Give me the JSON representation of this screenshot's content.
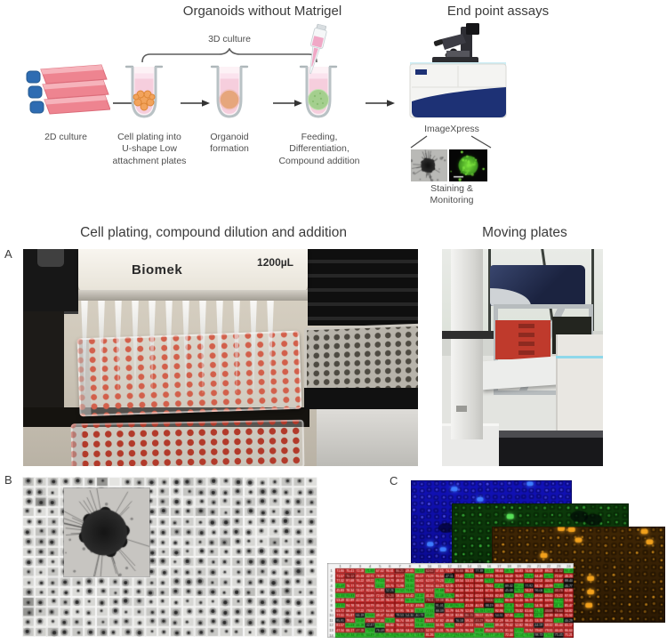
{
  "workflow": {
    "title": "Organoids without Matrigel",
    "bracket_label": "3D culture",
    "flask_label": "2D culture",
    "step1_label": "Cell plating into\nU-shape Low\nattachment plates",
    "step2_label": "Organoid\nformation",
    "step3_label": "Feeding,\nDifferentiation,\nCompound addition"
  },
  "endpoint": {
    "title": "End point assays",
    "instrument_label": "ImageXpress",
    "staining_label": "Staining &\nMonitoring",
    "thumb_bf": {
      "bg": "#b9b9b6",
      "body": "#141414",
      "spikes": 22,
      "seed": 5,
      "r": 8
    },
    "thumb_fl": {
      "bg": "#060606",
      "core": "#3f9e1f",
      "bright": "#7ce33e",
      "seed": 4,
      "r": 11
    }
  },
  "panel_a": {
    "label": "A",
    "title": "Cell plating, compound dilution and addition",
    "machine_brand": "Biomek",
    "tip_volume_label": "1200µL",
    "tip_count": 12
  },
  "moving_plates": {
    "title": "Moving plates"
  },
  "panel_b": {
    "label": "B",
    "grid": {
      "rows": 16,
      "cols": 24,
      "seed": 3,
      "dot": "#2b2b2b",
      "dark_cells": [
        [
          0,
          6
        ],
        [
          12,
          0
        ],
        [
          13,
          0
        ],
        [
          2,
          1
        ]
      ],
      "empty_cells": [
        [
          0,
          7
        ]
      ]
    },
    "inset": {
      "bg": "#c7c5c1",
      "body": "#161616",
      "spikes": 26,
      "seed": 9,
      "r": 26
    }
  },
  "panel_c": {
    "label": "C",
    "plates": [
      {
        "name": "blue-fluorescence-plate",
        "bg": "#1212b8",
        "bg2": "#0a0a92",
        "cell": "rgba(0,0,40,0.35)",
        "dot": "#5050f0",
        "rows": 13,
        "cols": 22,
        "seed": 21,
        "hl": "#3d7dff",
        "highlights": [
          [
            0.27,
            0.1
          ],
          [
            0.43,
            0.22
          ],
          [
            0.74,
            0.04
          ],
          [
            0.12,
            0.74
          ],
          [
            0.2,
            0.8
          ]
        ],
        "darks": [
          [
            0.6,
            0.44
          ],
          [
            0.22,
            0.55
          ],
          [
            0.47,
            0.66
          ]
        ]
      },
      {
        "name": "green-fluorescence-plate",
        "bg": "#0d3a0b",
        "bg2": "#092b07",
        "cell": "rgba(0,20,0,0.38)",
        "dot": "#3dbb3d",
        "rows": 14,
        "cols": 22,
        "seed": 33,
        "hl": "#58e058",
        "highlights": [
          [
            0.33,
            0.12
          ],
          [
            0.62,
            0.3
          ]
        ],
        "darks": [
          [
            0.72,
            0.12
          ],
          [
            0.8,
            0.15
          ],
          [
            0.15,
            0.58
          ],
          [
            0.4,
            0.8
          ]
        ]
      },
      {
        "name": "orange-fluorescence-plate",
        "bg": "#3f2605",
        "bg2": "#2c1a03",
        "cell": "rgba(20,10,0,0.45)",
        "dot": "#cf8a1a",
        "rows": 13,
        "cols": 22,
        "seed": 44,
        "hl": "#f2a11c",
        "highlights": [
          [
            0.4,
            0.02
          ],
          [
            0.46,
            0.03
          ],
          [
            0.5,
            0.14
          ],
          [
            0.57,
            0.54
          ],
          [
            0.57,
            0.68
          ],
          [
            0.56,
            0.82
          ],
          [
            0.88,
            0.05
          ],
          [
            0.91,
            0.16
          ],
          [
            0.3,
            0.3
          ]
        ],
        "darks": [
          [
            0.2,
            0.5
          ]
        ]
      }
    ],
    "heatmap": {
      "rows": 14,
      "cols": 24,
      "seed": 11,
      "red": "#c32020",
      "red_dark": "#7e1212",
      "green": "#2fc82f",
      "black": "#111111",
      "header_bg": "#f3f3f3",
      "value_min": 40,
      "value_max": 100
    }
  }
}
